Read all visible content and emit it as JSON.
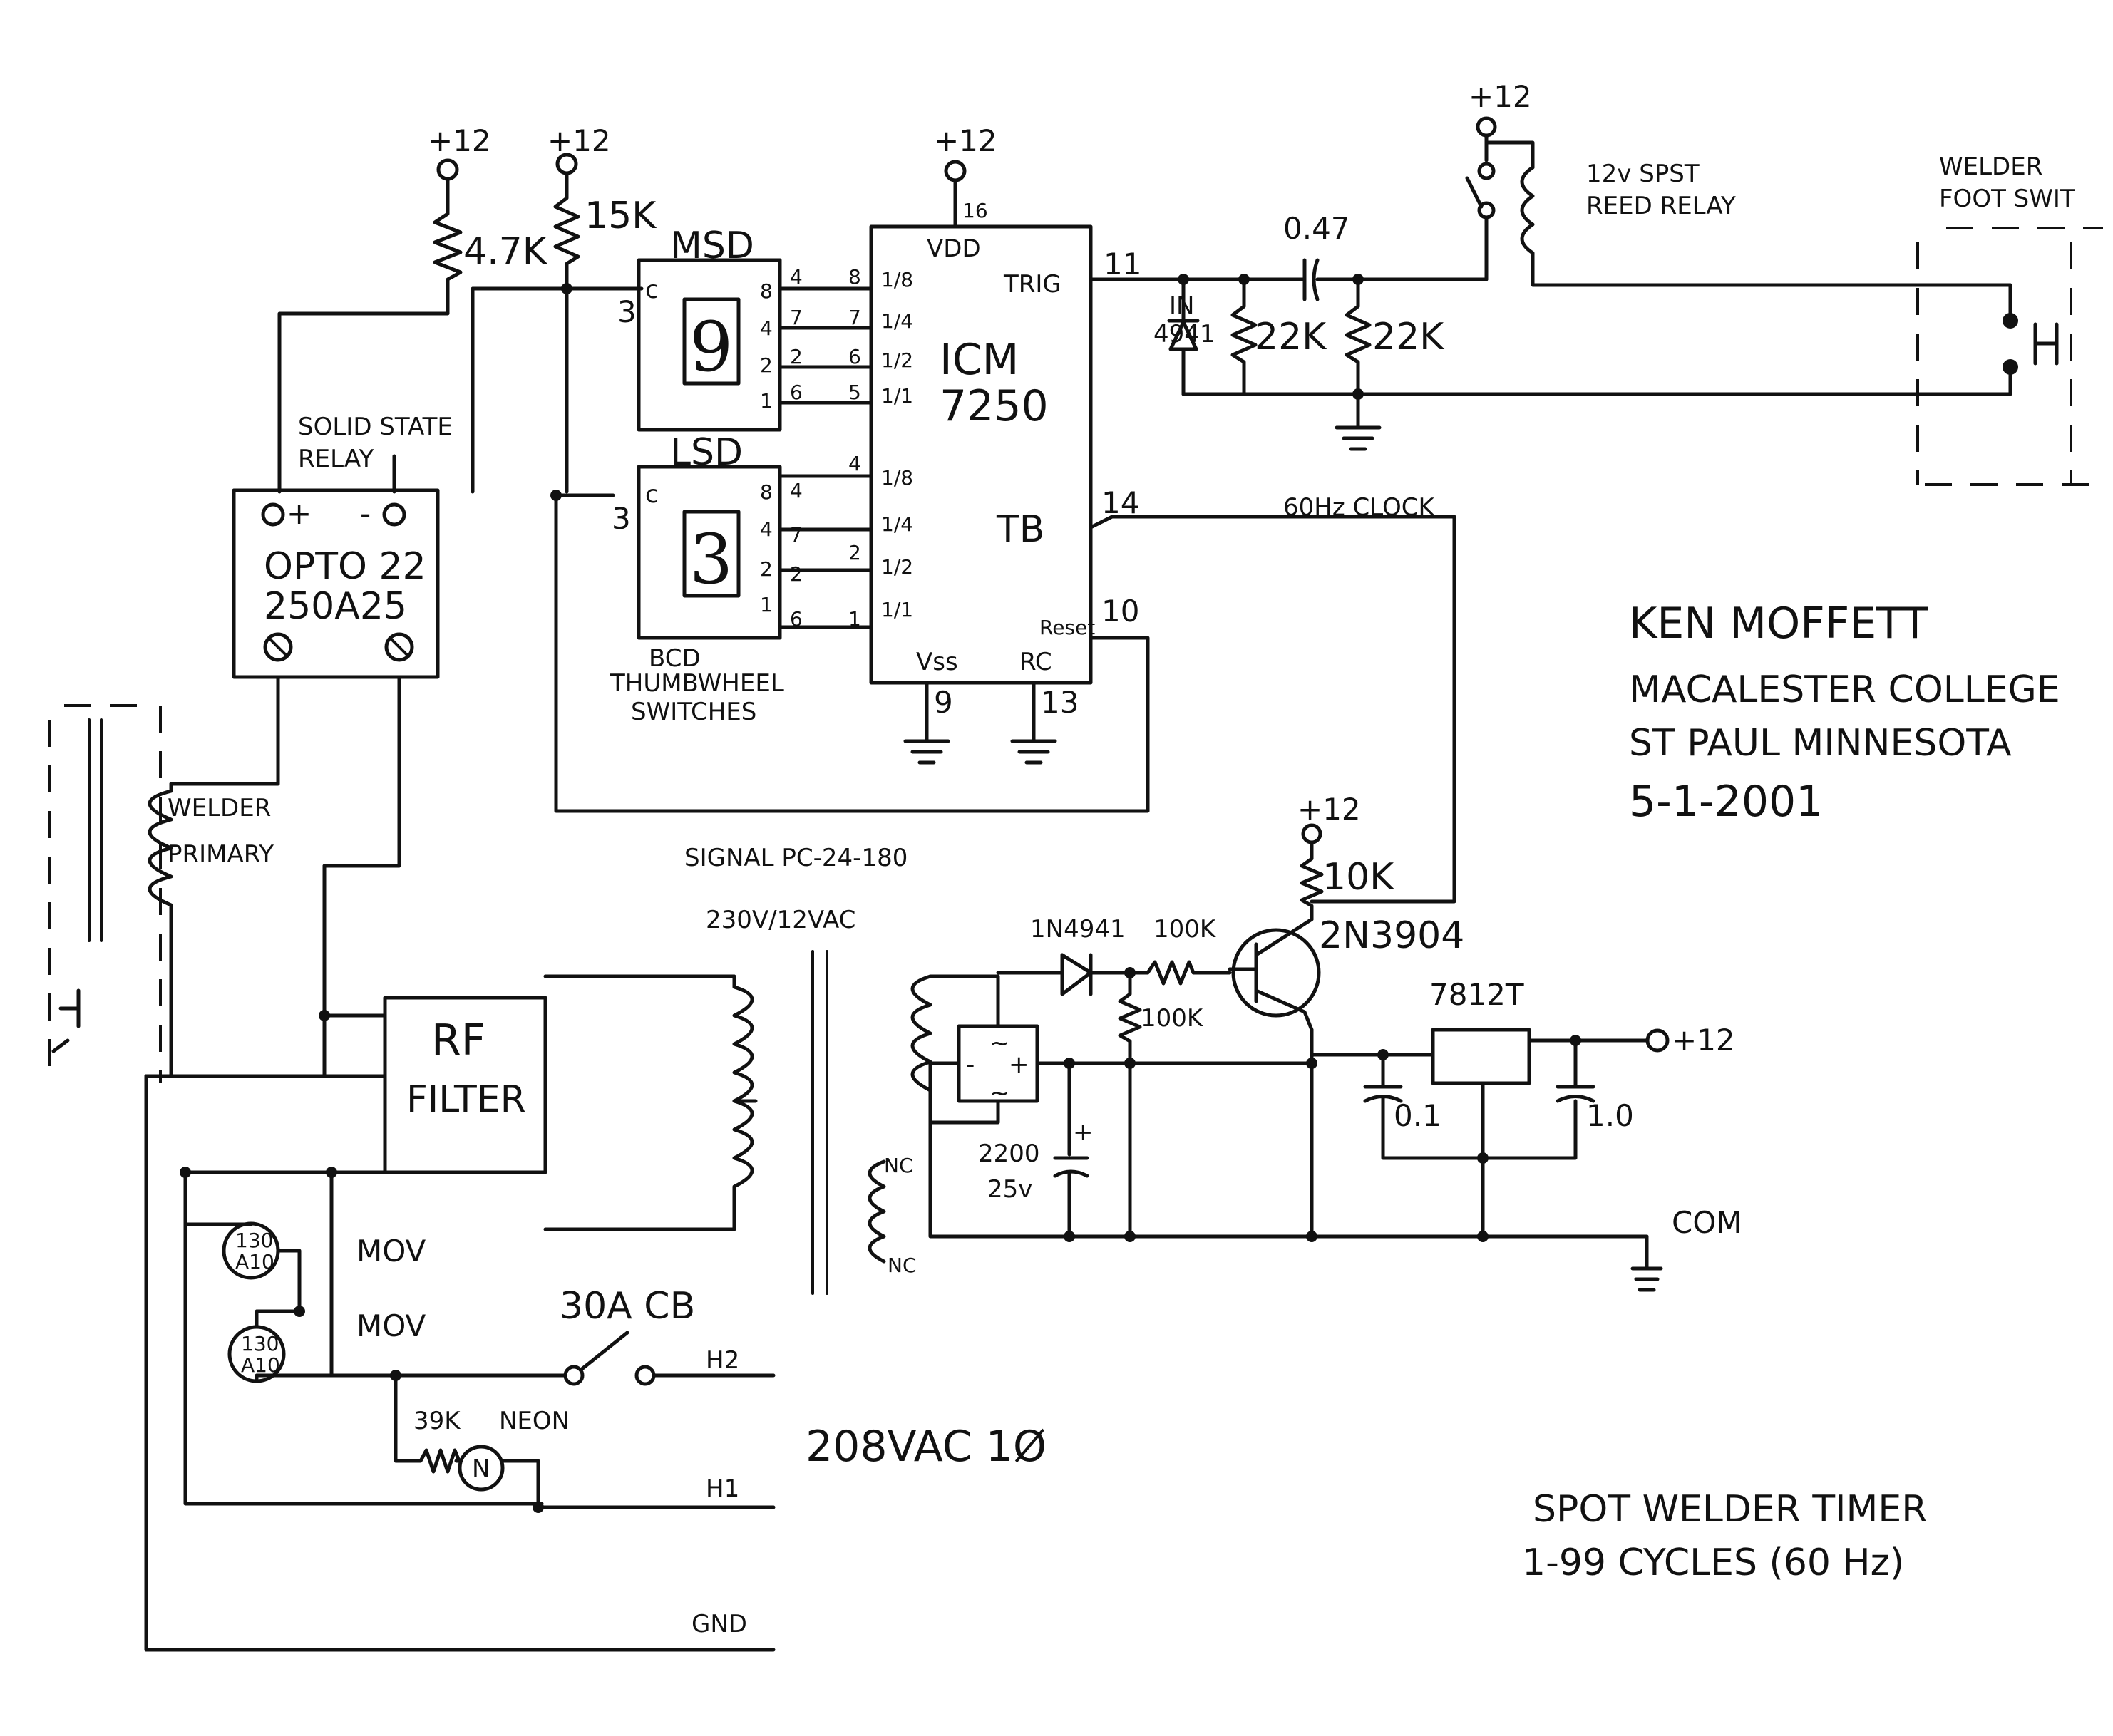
{
  "labels": {
    "plus12": "+12",
    "r_4k7": "4.7K",
    "r_15k": "15K",
    "msd": "MSD",
    "lsd": "LSD",
    "c": "c",
    "pin3": "3",
    "pin_8": "8",
    "pin_4": "4",
    "pin_2": "2",
    "pin_1": "1",
    "pin_7": "7",
    "pin_6": "6",
    "pin_5": "5",
    "pin_16": "16",
    "pin_11": "11",
    "pin_14": "14",
    "pin_10": "10",
    "pin_9": "9",
    "pin_13": "13",
    "ic_name": "ICM",
    "ic_part": "7250",
    "vdd": "VDD",
    "trig": "TRIG",
    "tbase": "TB",
    "reset": "Reset",
    "vss": "Vss",
    "rc": "RC",
    "frac_1_8": "1/8",
    "frac_1_4": "1/4",
    "frac_1_2": "1/2",
    "frac_1_1": "1/1",
    "msd_digit": "9",
    "lsd_digit": "3",
    "bcd": "BCD",
    "thumbwheel": "THUMBWHEEL",
    "switches": "SWITCHES",
    "solid_state": "SOLID STATE",
    "relay": "RELAY",
    "opto": "OPTO 22",
    "opto_part": "250A25",
    "ssr_plus": "+",
    "ssr_minus": "-",
    "welder": "WELDER",
    "primary": "PRIMARY",
    "cap_047": "0.47",
    "diode_in": "IN",
    "diode_part": "4941",
    "r_22k": "22K",
    "reed1": "12v SPST",
    "reed2": "REED RELAY",
    "foot1": "WELDER",
    "foot2": "FOOT SWIT",
    "clock": "60Hz CLOCK",
    "r_10k": "10K",
    "transistor": "2N3904",
    "diode2": "1N4941",
    "r_100k_a": "100K",
    "r_100k_b": "100K",
    "signal": "SIGNAL PC-24-180",
    "xfmr": "230V/12VAC",
    "nc": "NC",
    "rf1": "RF",
    "rf2": "FILTER",
    "cap_2200": "2200",
    "cap_25v": "25v",
    "bridge_ac": "~",
    "bridge_pos": "+",
    "bridge_neg": "-",
    "reg": "7812T",
    "cap_01": "0.1",
    "cap_10": "1.0",
    "out_plus12": "+12",
    "com": "COM",
    "mov": "MOV",
    "mov_rating1": "130",
    "mov_rating2": "A10",
    "cb": "30A CB",
    "h2": "H2",
    "h1": "H1",
    "r_39k": "39K",
    "neon": "NEON",
    "neon_lamp": "N",
    "supply": "208VAC 1Ø",
    "gnd": "GND"
  },
  "signature": {
    "name": "KEN MOFFETT",
    "org": "MACALESTER COLLEGE",
    "place": "ST PAUL MINNESOTA",
    "date": "5-1-2001"
  },
  "title": {
    "line1": "SPOT WELDER TIMER",
    "line2": "1-99 CYCLES (60 Hz)"
  }
}
